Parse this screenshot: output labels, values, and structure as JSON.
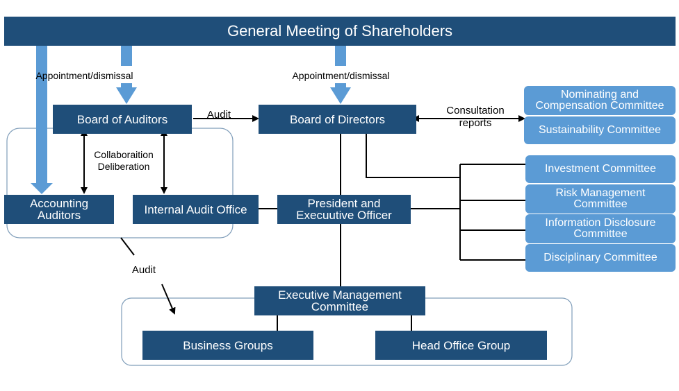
{
  "title": "General Meeting of Shareholders",
  "labels": {
    "appointment_left": "Appointment/dismissal",
    "appointment_right": "Appointment/dismissal",
    "audit_top": "Audit",
    "audit_bottom": "Audit",
    "collaboration_line1": "Collaboraition",
    "collaboration_line2": "Deliberation",
    "consultation_line1": "Consultation",
    "consultation_line2": "reports"
  },
  "nodes": {
    "board_of_auditors": "Board of Auditors",
    "board_of_directors": "Board of Directors",
    "accounting_auditors_line1": "Accounting",
    "accounting_auditors_line2": "Auditors",
    "internal_audit_office": "Internal Audit Office",
    "president_line1": "President and",
    "president_line2": "Execuutive Officer",
    "exec_mgmt_line1": "Executive Management",
    "exec_mgmt_line2": "Committee",
    "business_groups": "Business Groups",
    "head_office_group": "Head Office Group"
  },
  "committees": {
    "nominating_line1": "Nominating and",
    "nominating_line2": "Compensation Committee",
    "sustainability": "Sustainability Committee",
    "investment": "Investment Committee",
    "risk_line1": "Risk Management",
    "risk_line2": "Committee",
    "info_line1": "Information Disclosure",
    "info_line2": "Committee",
    "disciplinary": "Disciplinary Committee"
  },
  "colors": {
    "dark_box": "#1f4e79",
    "light_box": "#5b9bd5",
    "group_outline": "#7f9db9"
  }
}
